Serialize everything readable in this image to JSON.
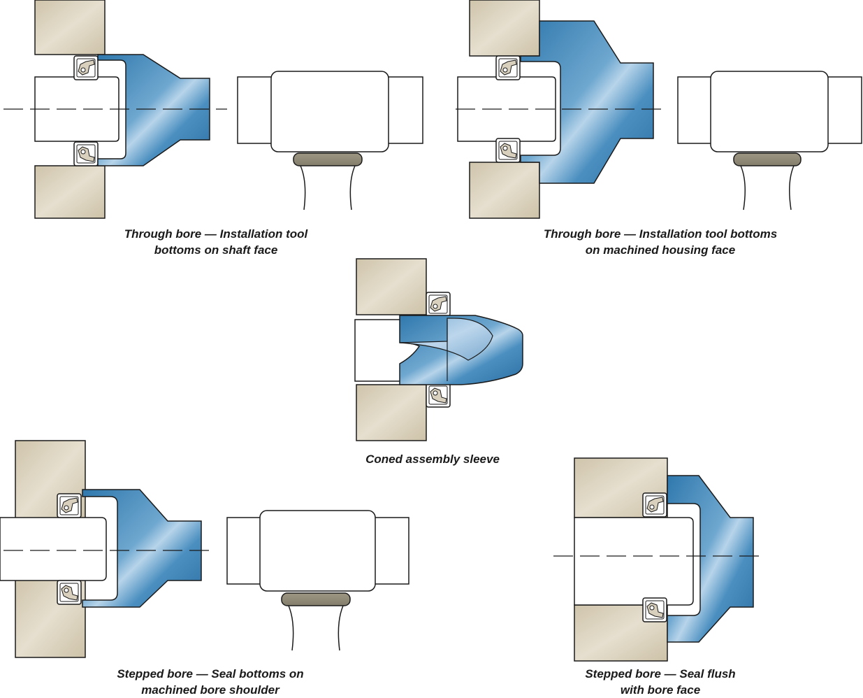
{
  "captions": {
    "fig1": {
      "line1": "Through bore — Installation tool",
      "line2": "bottoms on shaft face"
    },
    "fig2": {
      "line1": "Through bore — Installation tool bottoms",
      "line2": "on machined housing face"
    },
    "fig3": {
      "line1": "Coned assembly sleeve"
    },
    "fig4": {
      "line1": "Stepped bore — Seal bottoms on",
      "line2": "machined bore shoulder"
    },
    "fig5": {
      "line1": "Stepped bore — Seal flush",
      "line2": "with bore face"
    }
  },
  "colors": {
    "housing": "#d6cdb8",
    "tool_blue": "#3a86b8",
    "tool_blue_light": "#a9cbe3",
    "hammer_grip": "#8e8877",
    "seal_metal": "#d8d0bd",
    "outline": "#1a1a1a"
  }
}
